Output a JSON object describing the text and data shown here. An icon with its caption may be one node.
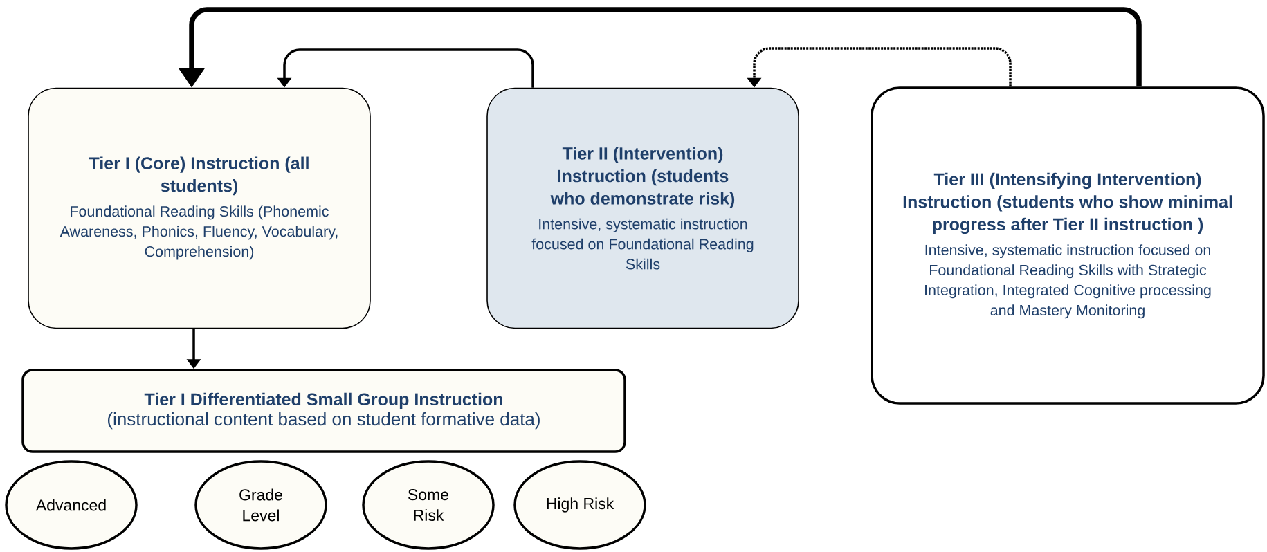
{
  "diagram": {
    "nodes": [
      {
        "text": [
          "Tier I (Core) Instruction (all students)",
          "Foundational Reading Skills (Phonemic Awareness, Phonics, Fluency, Vocabulary, Comprehension)"
        ]
      },
      {
        "text": [
          "Tier II (Intervention) Instruction (students who demonstrate risk)",
          "Intensive, systematic instruction focused on Foundational Reading Skills"
        ]
      },
      {
        "text": [
          "Tier III (Intensifying Intervention) Instruction (students who show minimal progress after Tier II instruction )",
          "Intensive, systematic instruction focused on Foundational Reading Skills with Strategic Integration, Integrated Cognitive processing and Mastery Monitoring"
        ]
      },
      {
        "text": [
          "Tier I Differentiated Small Group Instruction",
          "(instructional content based on student formative data)"
        ]
      },
      {
        "text": [
          "Advanced"
        ]
      },
      {
        "text": [
          "Grade Level"
        ]
      },
      {
        "text": [
          "Some Risk"
        ]
      },
      {
        "text": [
          "High Risk"
        ]
      }
    ],
    "edges": [
      {
        "from": 0,
        "to": 3,
        "arrow": "to"
      },
      {
        "from": 1,
        "to": 0,
        "arrow": "to"
      },
      {
        "from": 2,
        "to": 1,
        "arrow": "to",
        "style": "dashed"
      },
      {
        "from": 2,
        "to": 0,
        "arrow": "to",
        "style": "thick"
      }
    ]
  }
}
